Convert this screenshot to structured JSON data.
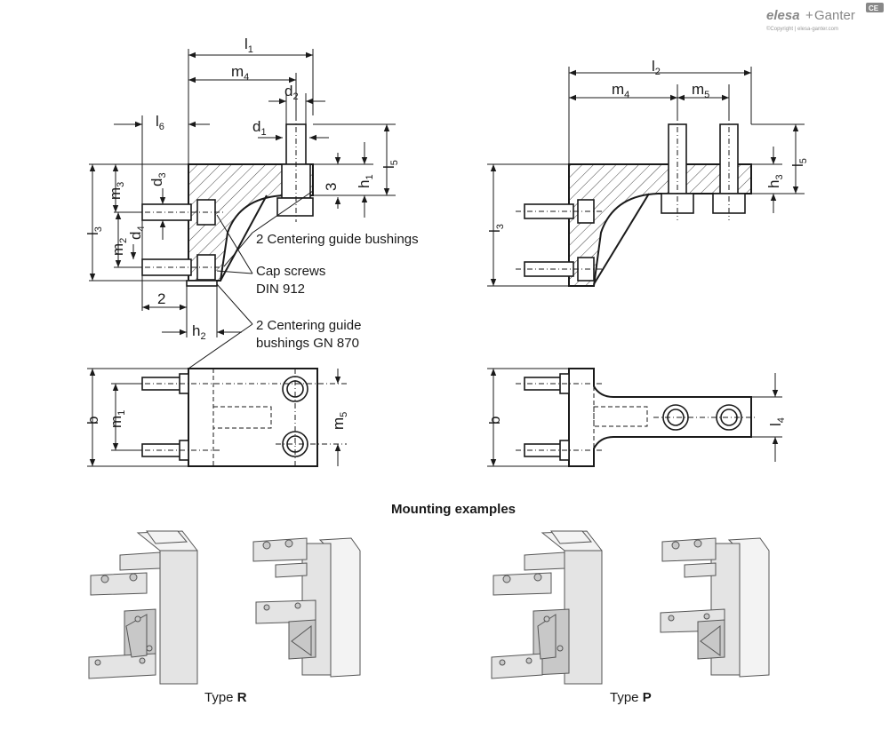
{
  "logo": {
    "brand_a": "elesa",
    "plus": "+",
    "brand_b": "Ganter",
    "badge": "CE",
    "copyright": "©Copyright | elesa-ganter.com"
  },
  "left_section_view": {
    "dims": {
      "l1": {
        "main": "l",
        "sub": "1"
      },
      "m4": {
        "main": "m",
        "sub": "4"
      },
      "d2": {
        "main": "d",
        "sub": "2"
      },
      "d1": {
        "main": "d",
        "sub": "1"
      },
      "l6": {
        "main": "l",
        "sub": "6"
      },
      "l5": {
        "main": "l",
        "sub": "5"
      },
      "h1": {
        "main": "h",
        "sub": "1"
      },
      "three": "3",
      "m3": {
        "main": "m",
        "sub": "3"
      },
      "d3": {
        "main": "d",
        "sub": "3"
      },
      "l3": {
        "main": "l",
        "sub": "3"
      },
      "d4": {
        "main": "d",
        "sub": "4"
      },
      "m2": {
        "main": "m",
        "sub": "2"
      },
      "two": "2",
      "h2": {
        "main": "h",
        "sub": "2"
      }
    },
    "notes": {
      "bushings": "2 Centering guide bushings",
      "cap_screws_1": "Cap screws",
      "cap_screws_2": "DIN 912",
      "gn870_1": "2 Centering guide",
      "gn870_2": "bushings GN 870"
    }
  },
  "right_section_view": {
    "dims": {
      "l2": {
        "main": "l",
        "sub": "2"
      },
      "m4": {
        "main": "m",
        "sub": "4"
      },
      "m5": {
        "main": "m",
        "sub": "5"
      },
      "h3": {
        "main": "h",
        "sub": "3"
      },
      "l5": {
        "main": "l",
        "sub": "5"
      },
      "l3": {
        "main": "l",
        "sub": "3"
      }
    }
  },
  "left_top_view": {
    "dims": {
      "b": "b",
      "m1": {
        "main": "m",
        "sub": "1"
      },
      "m5": {
        "main": "m",
        "sub": "5"
      }
    }
  },
  "right_top_view": {
    "dims": {
      "b": "b",
      "l4": {
        "main": "l",
        "sub": "4"
      }
    }
  },
  "mounting": {
    "heading": "Mounting examples",
    "type_r": {
      "prefix": "Type ",
      "letter": "R"
    },
    "type_p": {
      "prefix": "Type ",
      "letter": "P"
    }
  }
}
